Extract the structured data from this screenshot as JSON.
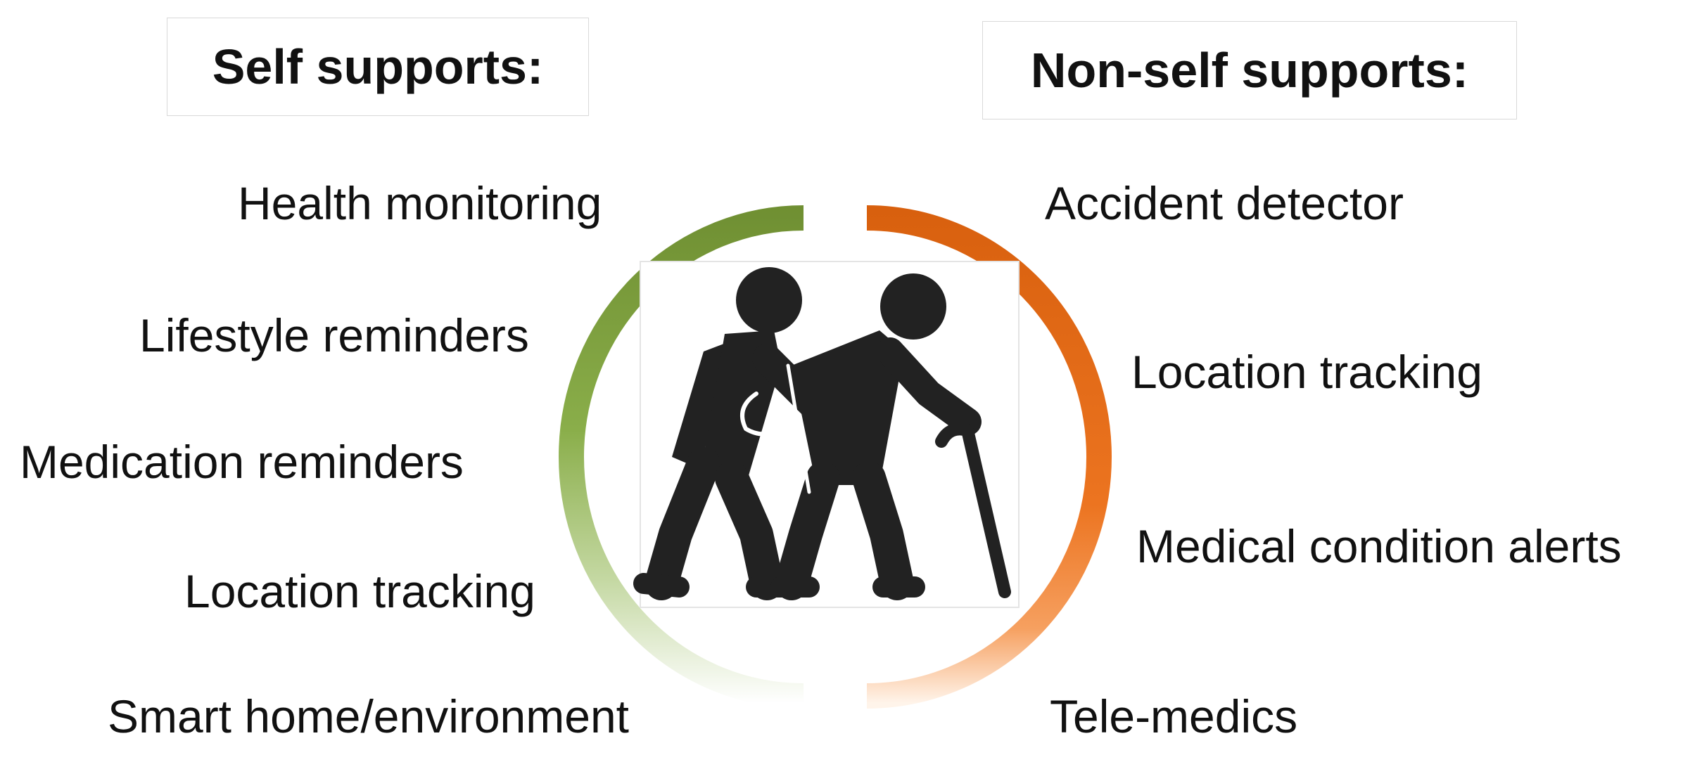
{
  "self_supports": {
    "heading": "Self supports:",
    "items": [
      "Health monitoring",
      "Lifestyle reminders",
      "Medication reminders",
      "Location tracking",
      "Smart home/environment"
    ]
  },
  "non_self_supports": {
    "heading": "Non-self supports:",
    "items": [
      "Accident detector",
      "Location tracking",
      "Medical condition alerts",
      "Tele-medics"
    ]
  },
  "colors": {
    "self_arc": "#7a9a3c",
    "non_self_arc": "#e2661a",
    "icon": "#222222"
  },
  "icon": "elderly-person-assisted-icon"
}
